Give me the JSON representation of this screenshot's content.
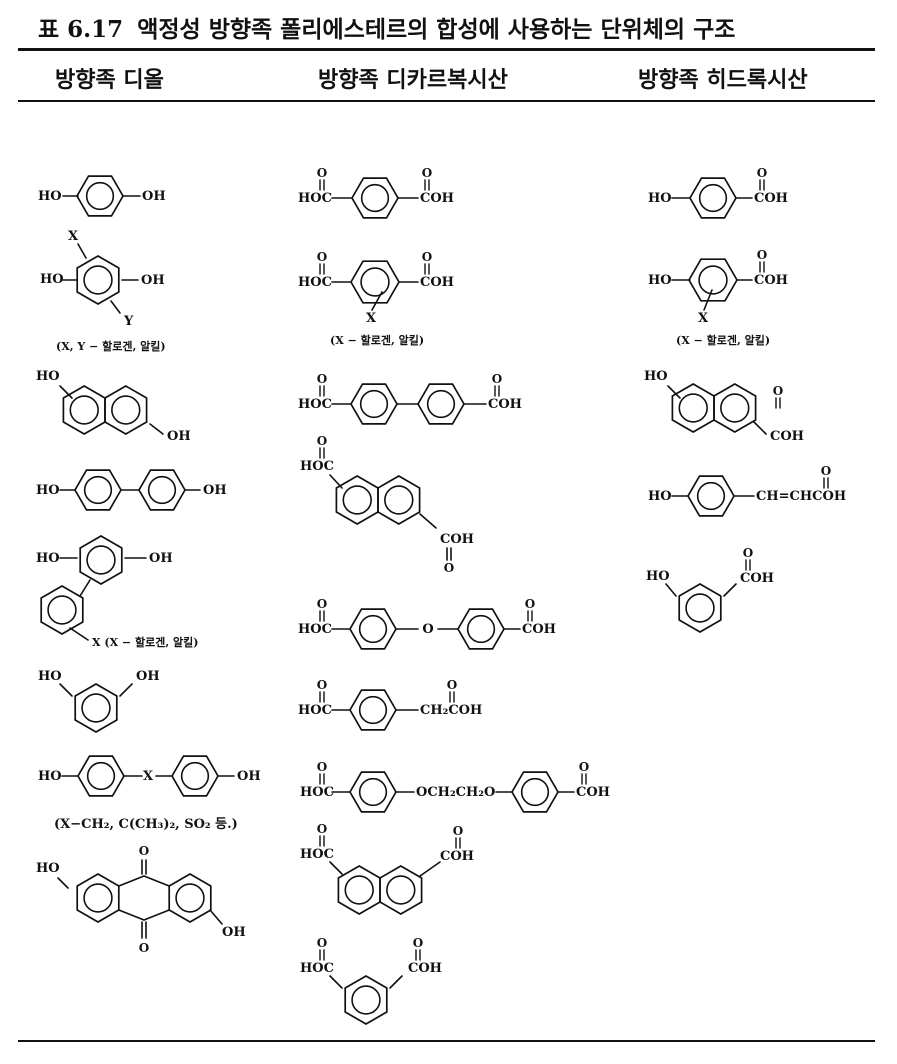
{
  "table": {
    "label": "표",
    "number": "6.17",
    "title": "액정성 방향족 폴리에스테르의 합성에 사용하는 단위체의 구조",
    "columns": [
      "방향족 디올",
      "방향족 디카르복시산",
      "방향족 히드록시산"
    ]
  },
  "labels": {
    "ho": "HO",
    "oh": "OH",
    "hoc": "HOC",
    "coh": "COH",
    "o": "O",
    "x": "X",
    "y": "Y",
    "ch2coh": "CH₂COH",
    "och2ch2o": "OCH₂CH₂O",
    "ch_chcoh": "CH=CHCOH",
    "note_xy": "(X, Y − 할로겐, 알킬)",
    "note_x": "(X − 할로겐, 알킬)",
    "note_x_side": "X (X − 할로겐, 알킬)",
    "note_bridge": "(X−CH₂, C(CH₃)₂, SO₂ 등.)"
  }
}
